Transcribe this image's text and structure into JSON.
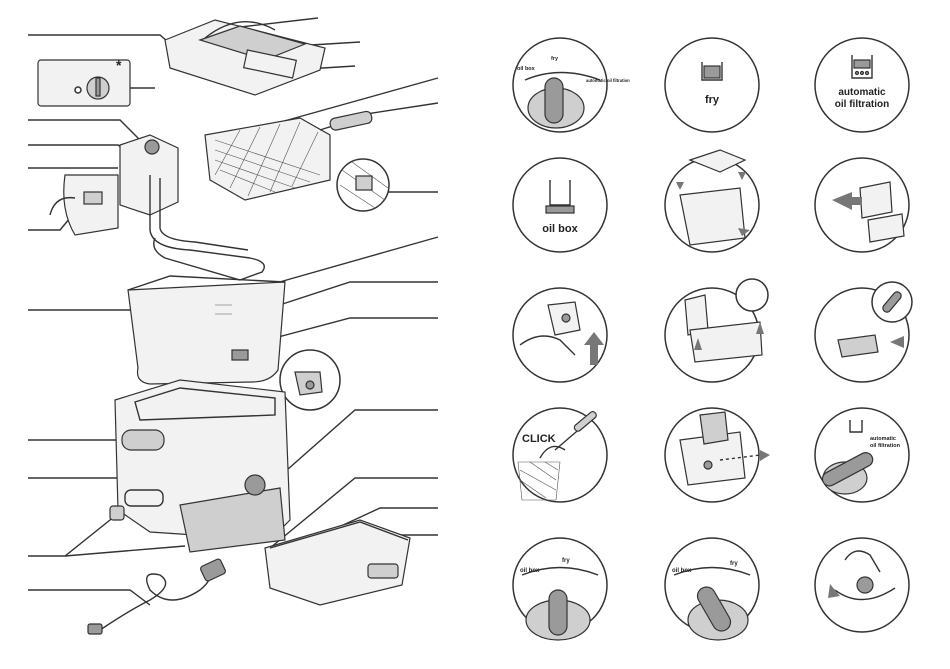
{
  "exploded_view": {
    "callout_lines": 22,
    "asterisk": "*"
  },
  "steps": [
    {
      "id": "knob-dial",
      "labels": [
        "oil box",
        "fry",
        "automatic oil filtration"
      ]
    },
    {
      "id": "fry-icon",
      "label": "fry"
    },
    {
      "id": "filtration-icon",
      "label": "automatic oil filtration"
    },
    {
      "id": "oilbox-icon",
      "label": "oil box"
    },
    {
      "id": "lift-lid"
    },
    {
      "id": "slide-out-box"
    },
    {
      "id": "filter-press"
    },
    {
      "id": "insert-bowl"
    },
    {
      "id": "select-filtration"
    },
    {
      "id": "click-handle",
      "label": "CLICK"
    },
    {
      "id": "remove-bowl"
    },
    {
      "id": "knob-filtration",
      "label": "automatic oil filtration"
    },
    {
      "id": "knob-oilbox",
      "labels": [
        "oil box",
        "fry"
      ]
    },
    {
      "id": "knob-fry",
      "labels": [
        "oil box",
        "fry"
      ]
    },
    {
      "id": "turn-knob"
    }
  ]
}
